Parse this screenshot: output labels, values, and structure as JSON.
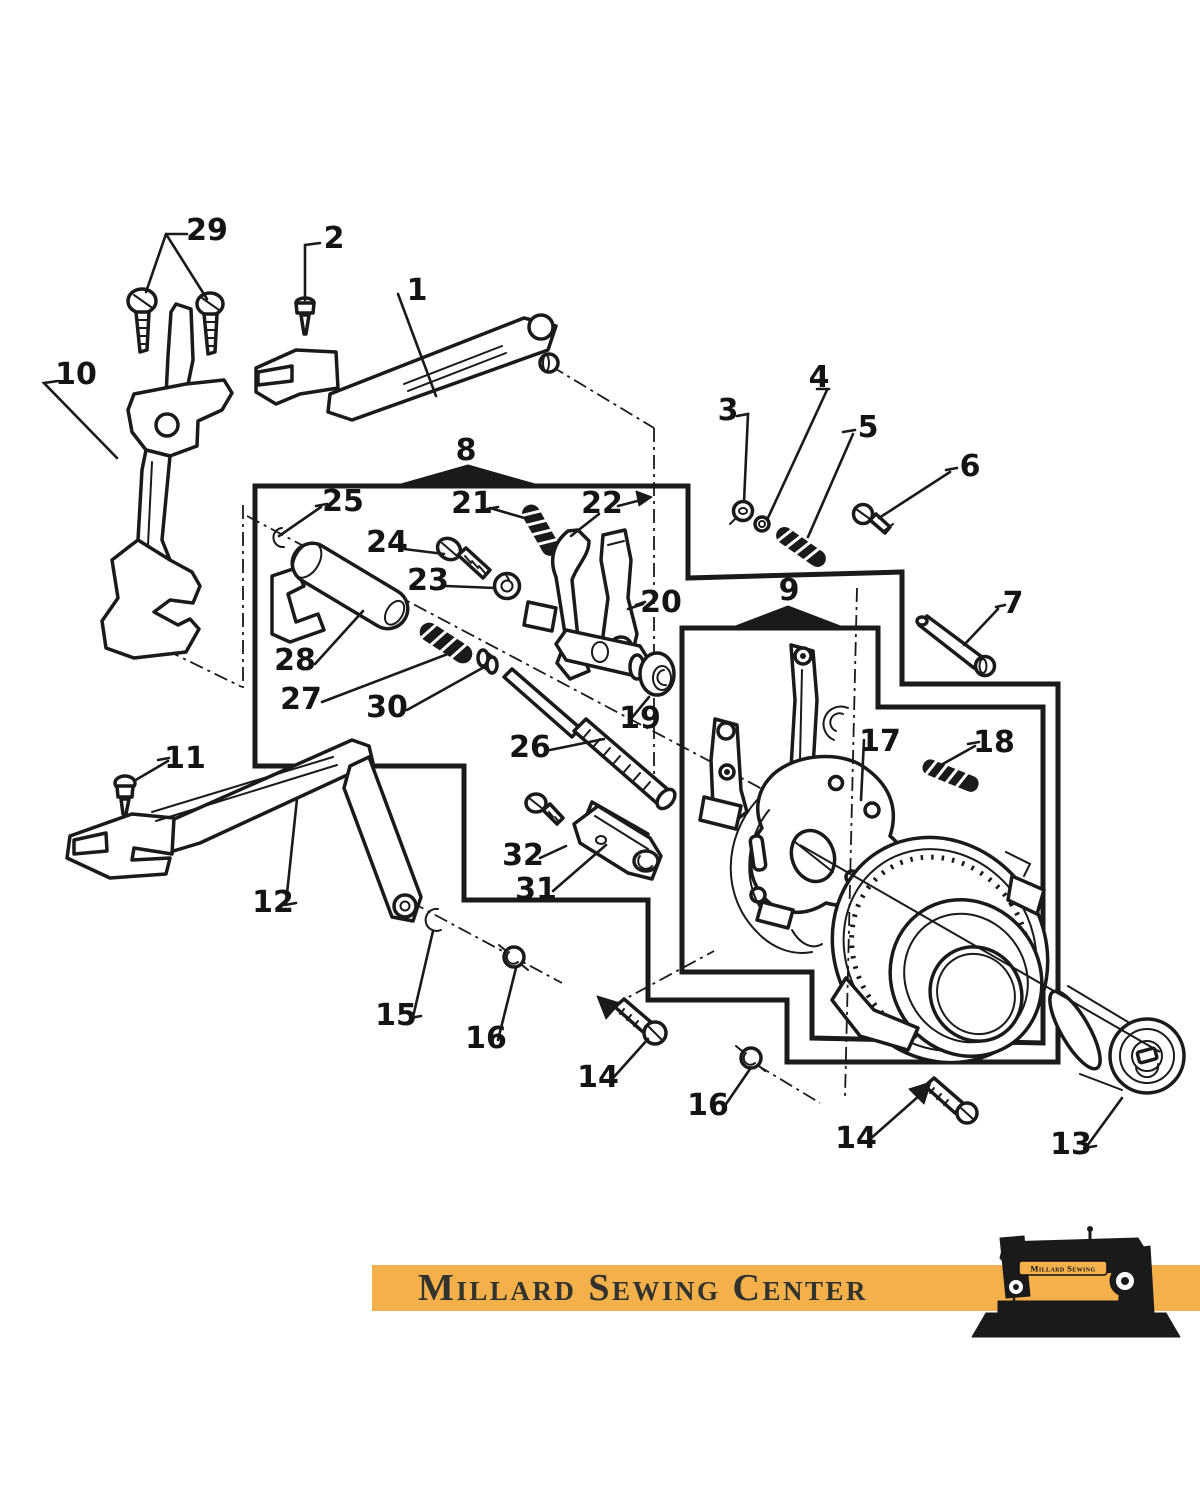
{
  "diagram": {
    "ink_color": "#1a1a1a",
    "callouts": {
      "c1": "1",
      "c2": "2",
      "c3": "3",
      "c4": "4",
      "c5": "5",
      "c6": "6",
      "c7": "7",
      "c8": "8",
      "c9": "9",
      "c10": "10",
      "c11": "11",
      "c12": "12",
      "c13": "13",
      "c14a": "14",
      "c14b": "14",
      "c15": "15",
      "c16a": "16",
      "c16b": "16",
      "c17": "17",
      "c18": "18",
      "c19": "19",
      "c20": "20",
      "c21": "21",
      "c22": "22",
      "c23": "23",
      "c24": "24",
      "c25": "25",
      "c26": "26",
      "c27": "27",
      "c28": "28",
      "c29": "29",
      "c30": "30",
      "c31": "31",
      "c32": "32"
    }
  },
  "banner": {
    "title": "Millard Sewing Center",
    "logo_text": "Millard Sewing",
    "bg_color": "#F3B04B",
    "text_color": "#33332E"
  }
}
